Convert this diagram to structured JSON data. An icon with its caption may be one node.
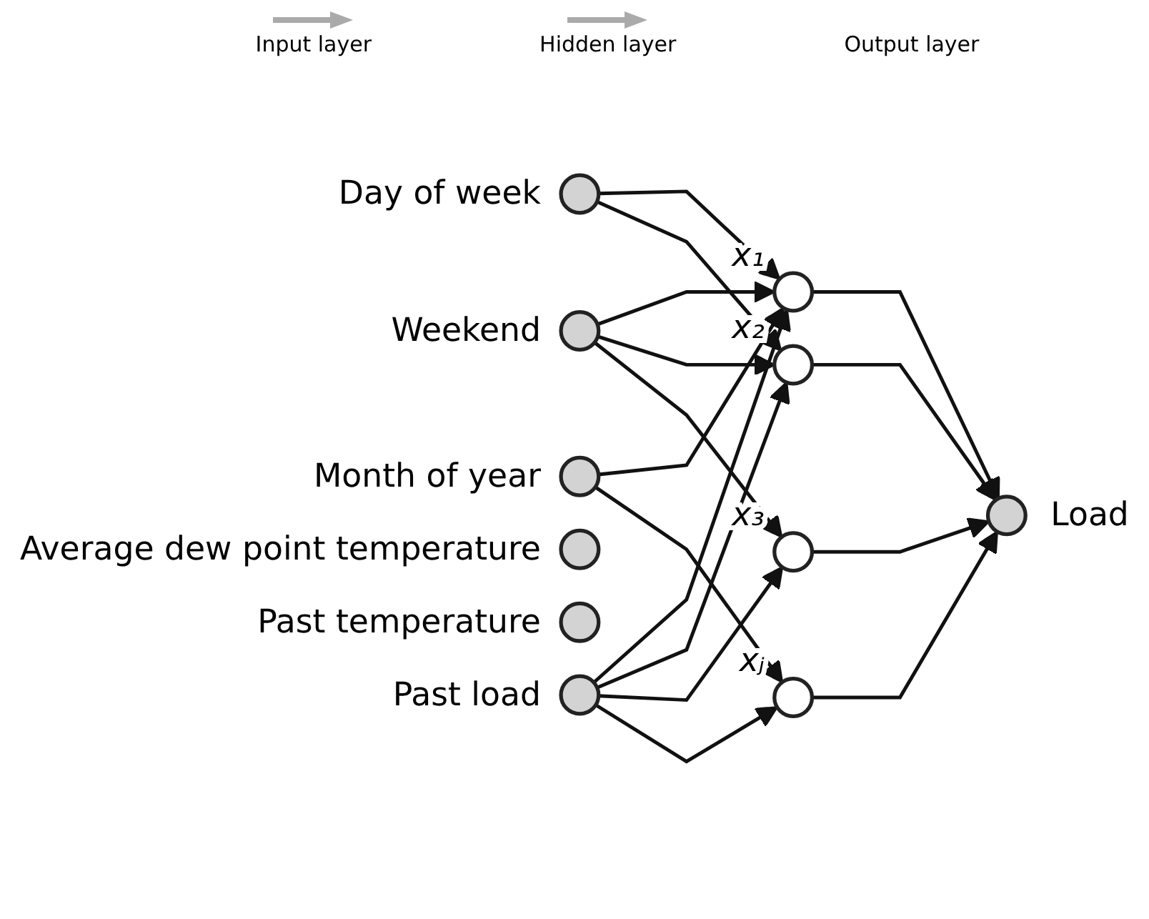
{
  "diagram": {
    "nodes": [
      {
        "text": [],
        "shape": "circle",
        "beside": [
          "Day of week"
        ]
      },
      {
        "text": [],
        "shape": "circle",
        "beside": [
          "Month of year"
        ]
      },
      {
        "text": [],
        "shape": "circle",
        "beside": [
          "Weekend"
        ]
      },
      {
        "text": [],
        "shape": "circle",
        "beside": [
          "Average dew point temperature"
        ]
      },
      {
        "text": [],
        "shape": "circle",
        "beside": [
          "Past temperature"
        ]
      },
      {
        "text": [],
        "shape": "circle",
        "beside": [
          "Past load"
        ]
      },
      {
        "text": [],
        "shape": "circle",
        "beside": [
          "x₁"
        ]
      },
      {
        "text": [],
        "shape": "circle",
        "beside": [
          "x₂"
        ]
      },
      {
        "text": [],
        "shape": "circle",
        "beside": [
          "x₃"
        ]
      },
      {
        "text": [],
        "shape": "circle",
        "beside": [
          "xⱼ"
        ]
      },
      {
        "text": [],
        "shape": "circle",
        "beside": [
          "Load"
        ]
      }
    ],
    "edges": [
      {
        "from": 0,
        "to": 6,
        "arrow": "to"
      },
      {
        "from": 0,
        "to": 7,
        "arrow": "to"
      },
      {
        "from": 1,
        "to": 6,
        "arrow": "to"
      },
      {
        "from": 1,
        "to": 9,
        "arrow": "to"
      },
      {
        "from": 2,
        "to": 6,
        "arrow": "to"
      },
      {
        "from": 2,
        "to": 7,
        "arrow": "to"
      },
      {
        "from": 2,
        "to": 8,
        "arrow": "to"
      },
      {
        "from": 5,
        "to": 6,
        "arrow": "to"
      },
      {
        "from": 5,
        "to": 7,
        "arrow": "to"
      },
      {
        "from": 5,
        "to": 8,
        "arrow": "to"
      },
      {
        "from": 5,
        "to": 9,
        "arrow": "to"
      },
      {
        "from": 6,
        "to": 10,
        "arrow": "to"
      },
      {
        "from": 7,
        "to": 10,
        "arrow": "to"
      },
      {
        "from": 8,
        "to": 10,
        "arrow": "to"
      },
      {
        "from": 9,
        "to": 10,
        "arrow": "to"
      }
    ],
    "labels": [
      "Input layer",
      "Hidden layer",
      "Output layer"
    ]
  }
}
